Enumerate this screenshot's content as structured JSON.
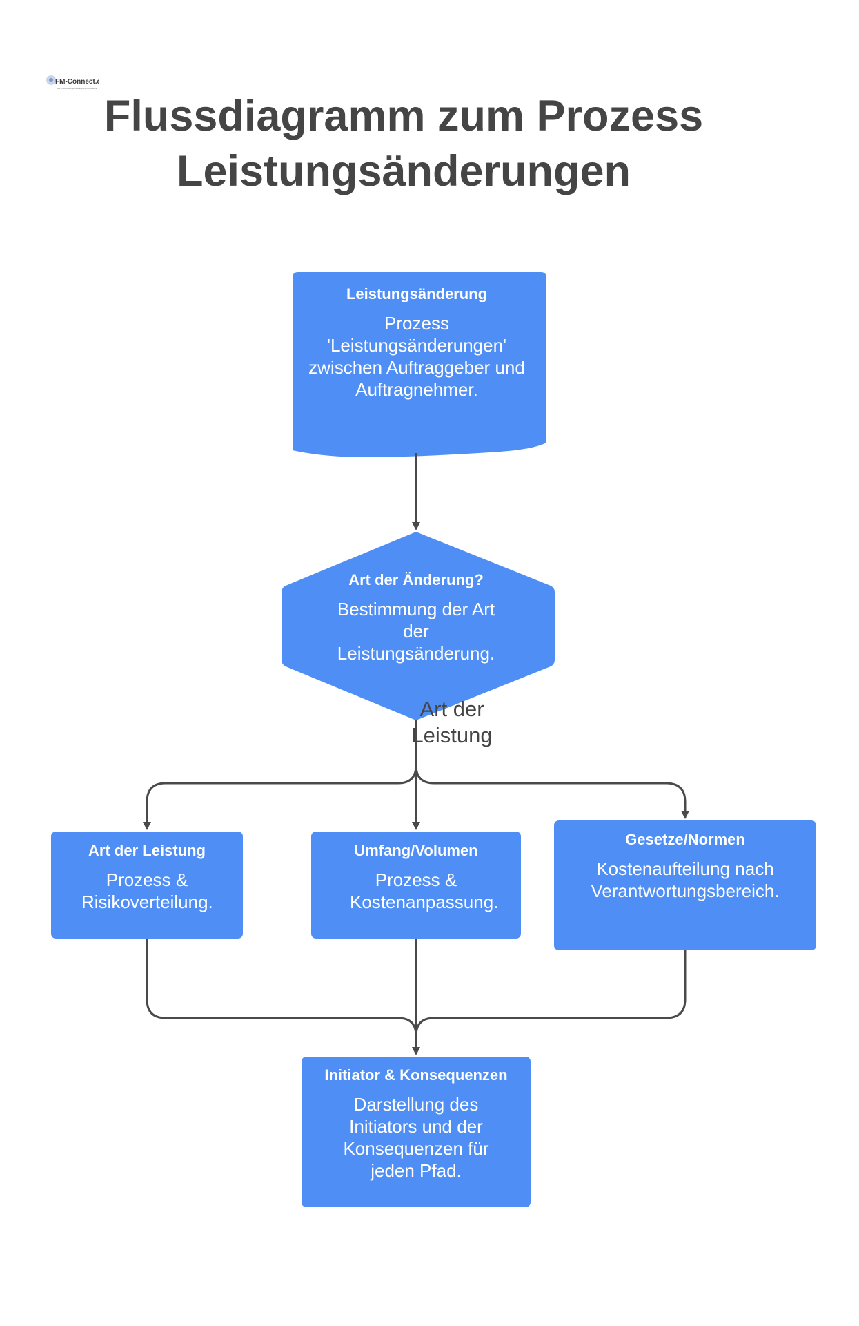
{
  "logo": {
    "text": "FM-Connect.com",
    "tagline": "Das FM-Beratungs- und Experten-Netzwerk"
  },
  "title": {
    "line1": "Flussdiagramm zum Prozess",
    "line2": "Leistungsänderungen"
  },
  "colors": {
    "node_fill": "#4f8ff5",
    "connector": "#4a4a4a",
    "title_text": "#454545"
  },
  "nodes": {
    "start": {
      "heading": "Leistungsänderung",
      "body": "Prozess 'Leistungsänderungen' zwischen Auftraggeber und Auftragnehmer."
    },
    "decision": {
      "heading": "Art der Änderung?",
      "body": "Bestimmung der Art der Leistungsänderung."
    },
    "art_leistung": {
      "heading": "Art der Leistung",
      "body": "Prozess & Risikoverteilung."
    },
    "umfang": {
      "heading": "Umfang/Volumen",
      "body": "Prozess & Kostenanpassung."
    },
    "gesetze": {
      "heading": "Gesetze/Normen",
      "body": "Kostenaufteilung nach Verantwortungsbereich."
    },
    "end": {
      "heading": "Initiator & Konsequenzen",
      "body": "Darstellung des Initiators und der Konsequenzen für jeden Pfad."
    }
  },
  "edge_label": "Art der Leistung"
}
